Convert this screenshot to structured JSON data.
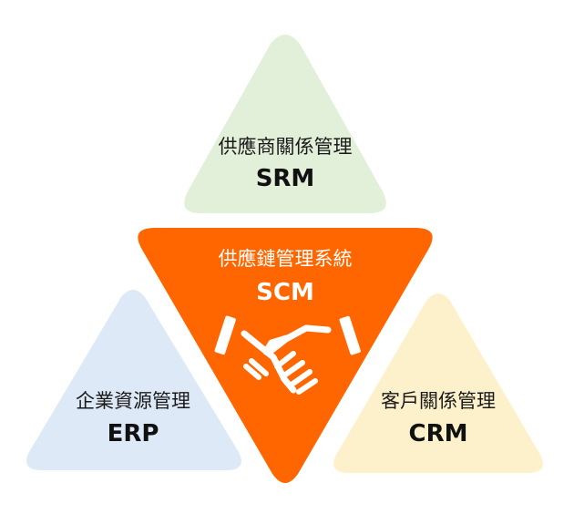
{
  "colors": {
    "srm": "#e2efd9",
    "erp": "#dde9f6",
    "crm": "#fdf1cc",
    "scm": "#ff6600",
    "icon": "#ffffff"
  },
  "srm": {
    "title_cn": "供應商關係管理",
    "title_en": "SRM"
  },
  "scm": {
    "title_cn": "供應鏈管理系統",
    "title_en": "SCM",
    "icon": "handshake-icon"
  },
  "erp": {
    "title_cn": "企業資源管理",
    "title_en": "ERP"
  },
  "crm": {
    "title_cn": "客戶關係管理",
    "title_en": "CRM"
  }
}
